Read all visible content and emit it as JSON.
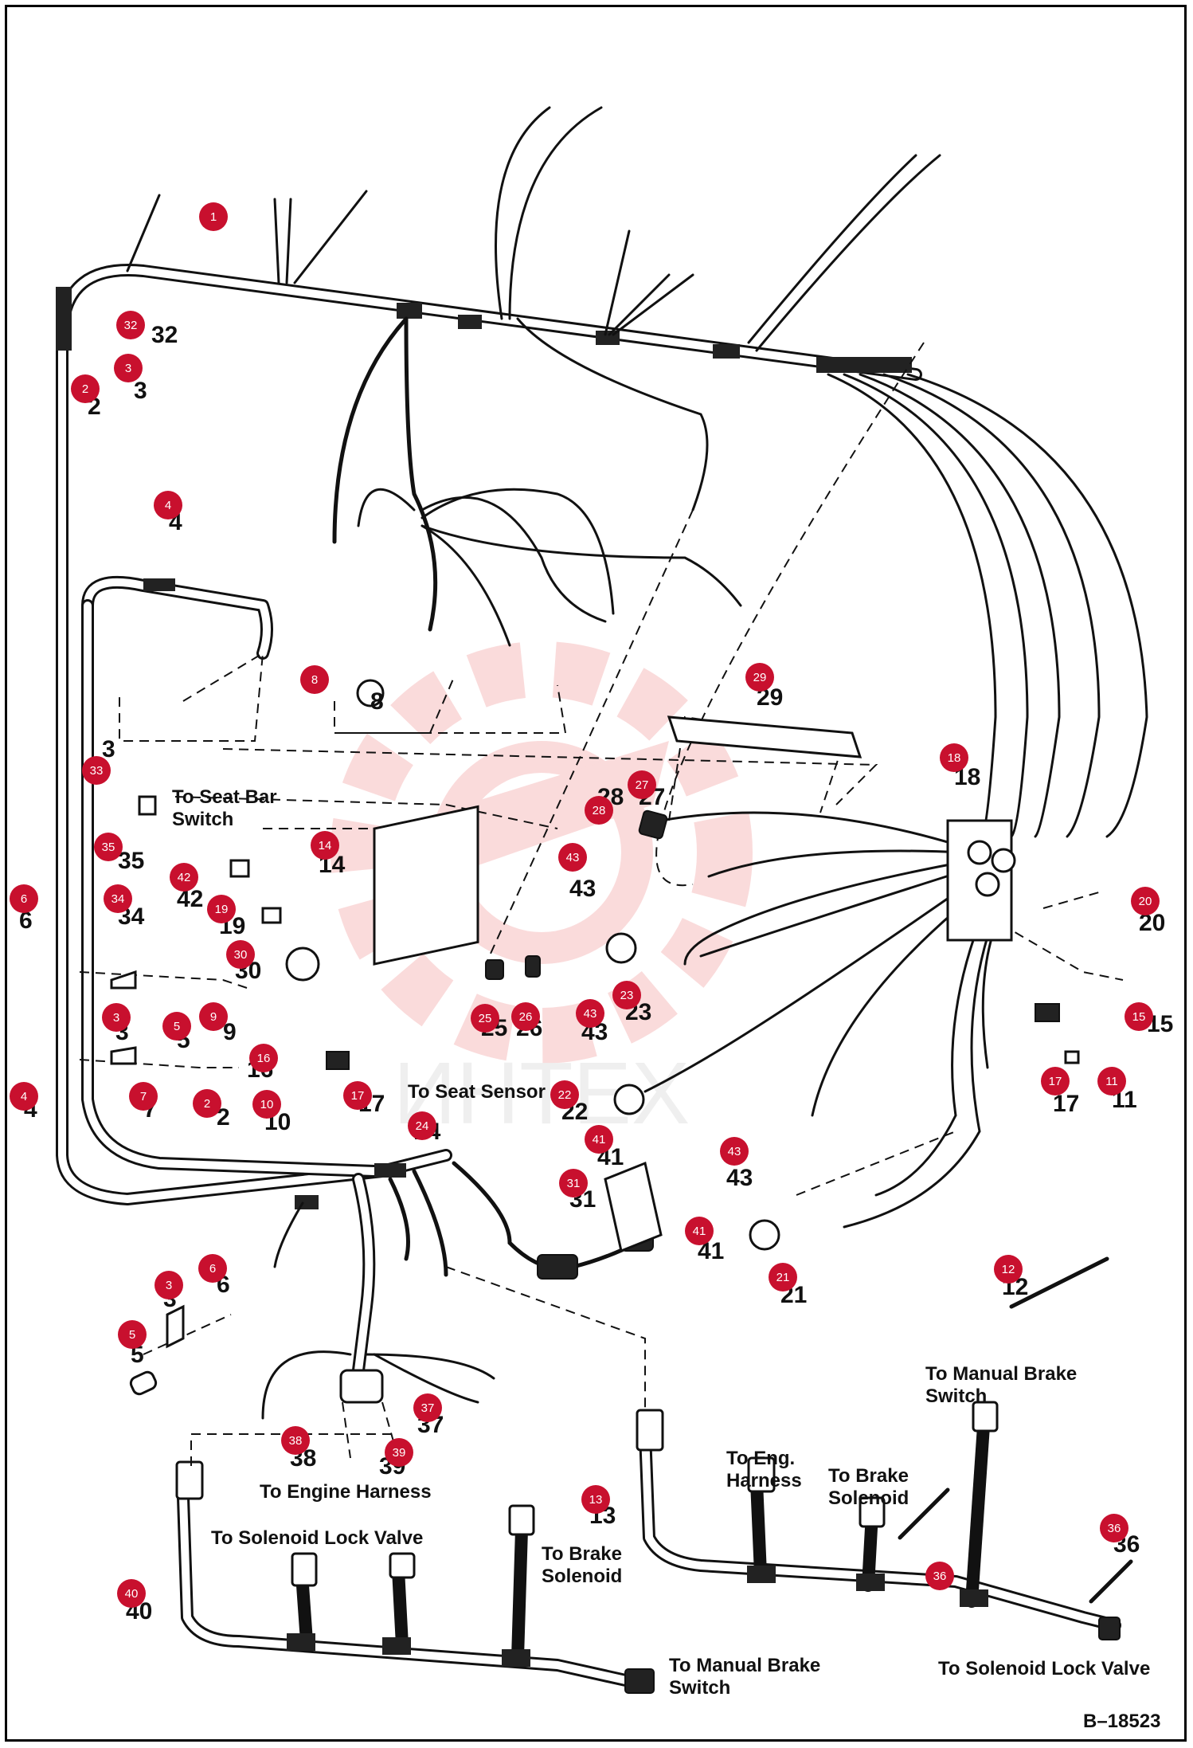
{
  "diagram_id": "B–18523",
  "watermark": "ИНТЕХ",
  "colors": {
    "badge": "#c8102e",
    "ink": "#111111",
    "watermark": "#f4b0b0"
  },
  "callouts": [
    "1",
    "2",
    "3",
    "4",
    "5",
    "6",
    "8",
    "9",
    "10",
    "11",
    "12",
    "13",
    "14",
    "15",
    "16",
    "17",
    "18",
    "19",
    "20",
    "21",
    "22",
    "23",
    "24",
    "25",
    "26",
    "27",
    "28",
    "29",
    "30",
    "31",
    "32",
    "33",
    "34",
    "35",
    "36",
    "37",
    "38",
    "39",
    "40",
    "41",
    "42",
    "43"
  ],
  "labels": {
    "seat_bar": "To Seat Bar Switch",
    "seat_sensor": "To Seat Sensor",
    "engine_harness": "To Engine Harness",
    "solenoid_lock_left": "To Solenoid Lock Valve",
    "brake_solenoid_left": "To Brake Solenoid",
    "manual_brake_bottom": "To Manual Brake Switch",
    "manual_brake_top": "To Manual Brake Switch",
    "eng_harness_right": "To Eng. Harness",
    "brake_solenoid_right": "To Brake Solenoid",
    "solenoid_lock_right": "To Solenoid Lock Valve"
  }
}
